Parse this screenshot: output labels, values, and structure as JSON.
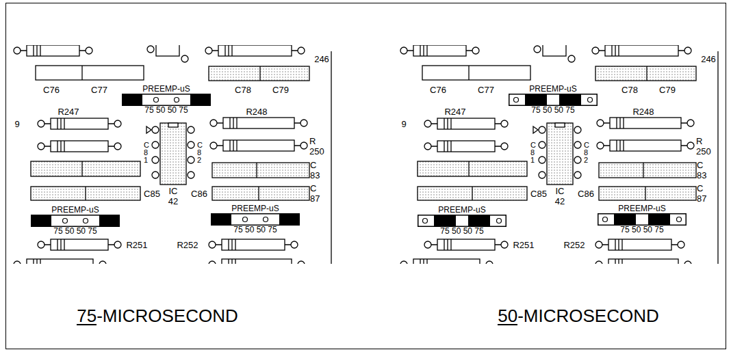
{
  "diagram": {
    "nodes": [
      {
        "text": [
          "PREEMP-uS",
          "75 50 50 75"
        ]
      },
      {
        "text": [
          "PREEMP-uS",
          "75 50 50 75"
        ]
      },
      {
        "text": [
          "PREEMP-uS",
          "75 50 50 75"
        ]
      },
      {
        "text": [
          "PREEMP-uS",
          "75 50 50 75"
        ]
      },
      {
        "text": [
          "PREEMP-uS",
          "75 50 50 75"
        ]
      },
      {
        "text": [
          "PREEMP-uS",
          "75 50 50 75"
        ]
      }
    ],
    "labels": [
      "246",
      "C76",
      "C77",
      "C78",
      "C79",
      "9",
      "R247",
      "R248",
      "R 250",
      "C 83",
      "C 87",
      "C81",
      "C82",
      "C85",
      "IC 42",
      "C86",
      "R251",
      "R252",
      "75-MICROSECOND",
      "246",
      "C76",
      "C77",
      "C78",
      "C79",
      "9",
      "R247",
      "R248",
      "R 250",
      "C 83",
      "C 87",
      "C81",
      "C82",
      "C85",
      "IC 42",
      "C86",
      "R251",
      "R252",
      "50-MICROSECOND"
    ]
  }
}
